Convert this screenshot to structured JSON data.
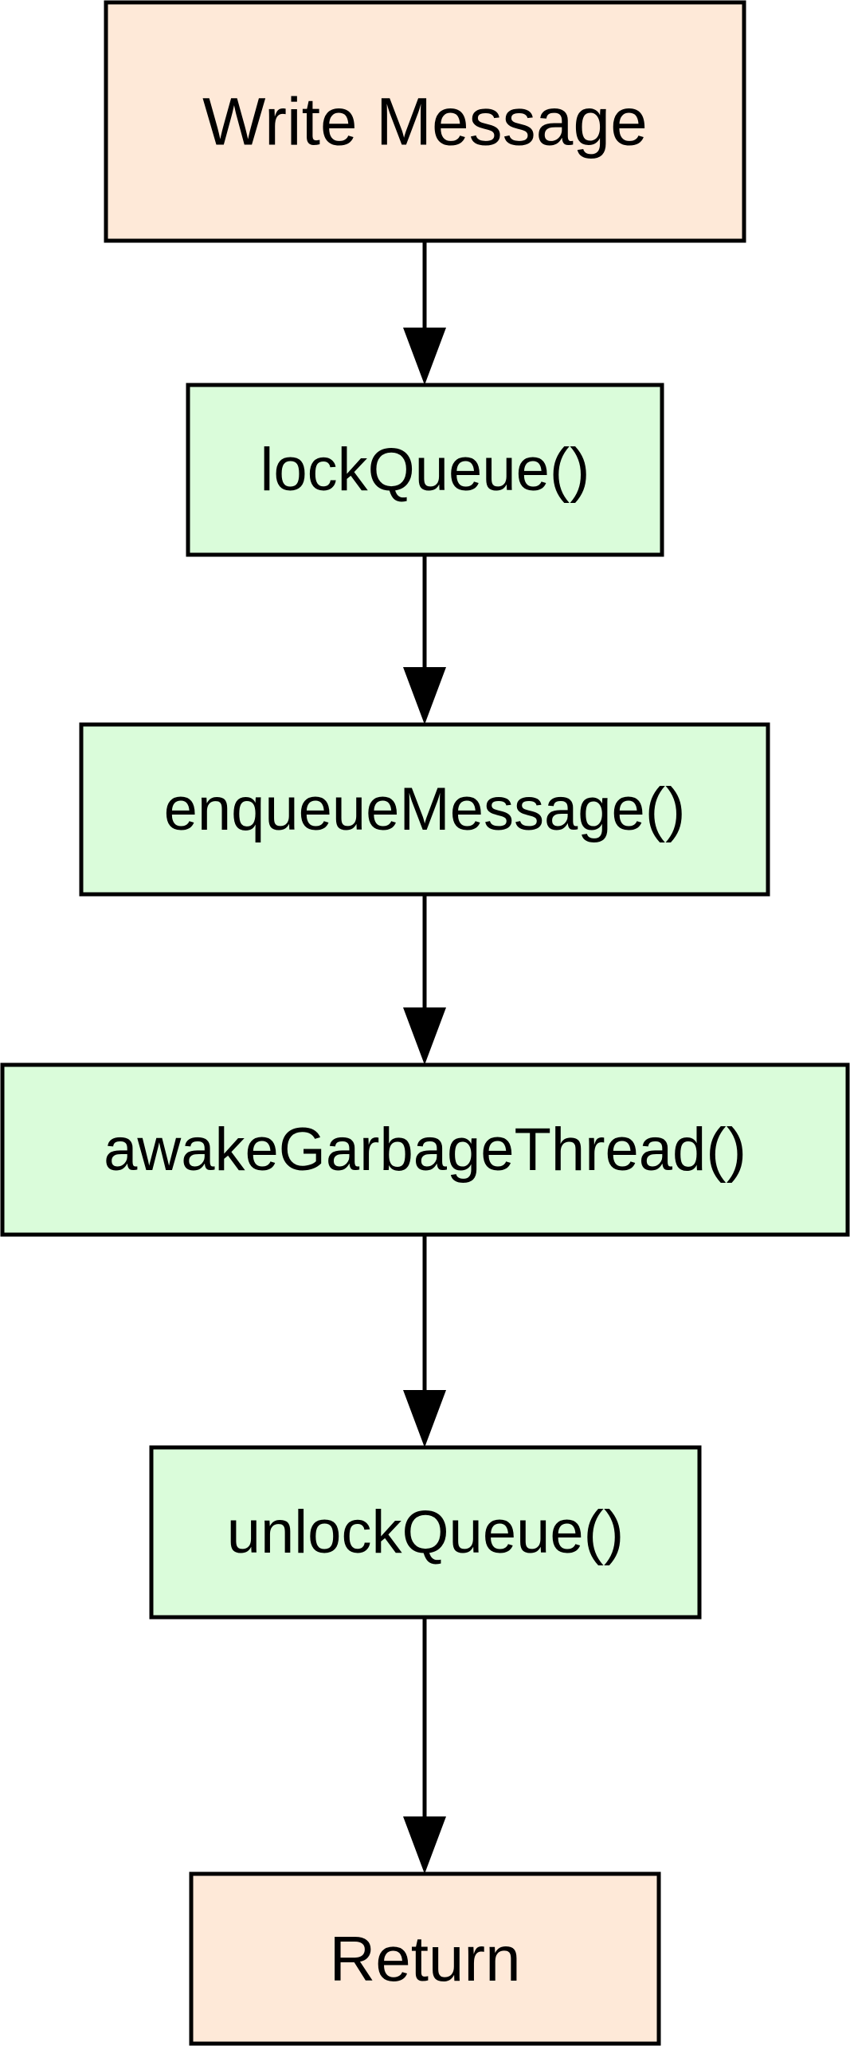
{
  "diagram": {
    "type": "flowchart",
    "direction": "top-to-bottom",
    "colors": {
      "terminal_fill": "#FEE9D8",
      "process_fill": "#DAFCDA",
      "stroke": "#000000",
      "text": "#000000"
    },
    "nodes": [
      {
        "id": "write-message",
        "label": "Write Message",
        "kind": "terminal"
      },
      {
        "id": "lock-queue",
        "label": "lockQueue()",
        "kind": "process"
      },
      {
        "id": "enqueue-message",
        "label": "enqueueMessage()",
        "kind": "process"
      },
      {
        "id": "awake-garbage-thread",
        "label": "awakeGarbageThread()",
        "kind": "process"
      },
      {
        "id": "unlock-queue",
        "label": "unlockQueue()",
        "kind": "process"
      },
      {
        "id": "return",
        "label": "Return",
        "kind": "terminal"
      }
    ],
    "edges": [
      {
        "from": "write-message",
        "to": "lock-queue"
      },
      {
        "from": "lock-queue",
        "to": "enqueue-message"
      },
      {
        "from": "enqueue-message",
        "to": "awake-garbage-thread"
      },
      {
        "from": "awake-garbage-thread",
        "to": "unlock-queue"
      },
      {
        "from": "unlock-queue",
        "to": "return"
      }
    ]
  }
}
